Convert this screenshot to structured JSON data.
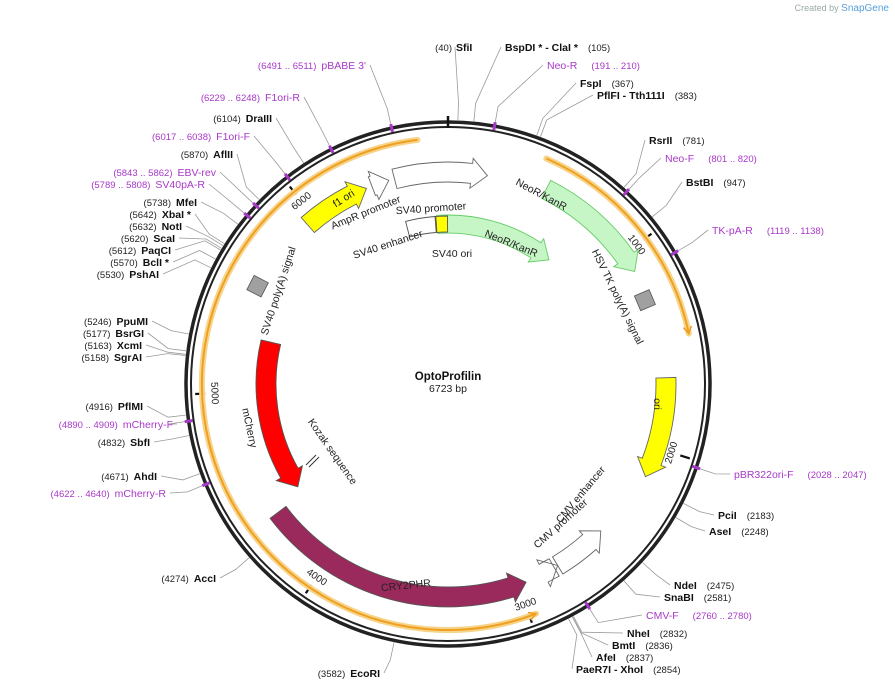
{
  "branding": {
    "created_by": "Created by",
    "app": "SnapGene"
  },
  "plasmid": {
    "name": "OptoProfilin",
    "length_label": "6723 bp",
    "length": 6723
  },
  "ticks": [
    {
      "bp": 1000,
      "label": "1000"
    },
    {
      "bp": 2000,
      "label": "2000"
    },
    {
      "bp": 3000,
      "label": "3000"
    },
    {
      "bp": 4000,
      "label": "4000"
    },
    {
      "bp": 5000,
      "label": "5000"
    },
    {
      "bp": 6000,
      "label": "6000"
    }
  ],
  "sites": [
    {
      "bp": 40,
      "name": "SfiI",
      "pos": "(40)",
      "kind": "enzyme"
    },
    {
      "bp": 105,
      "name": "BspDI * - ClaI *",
      "pos": "(105)",
      "kind": "enzyme"
    },
    {
      "bp": 191,
      "name": "Neo-R",
      "pos": "(191 .. 210)",
      "kind": "primer"
    },
    {
      "bp": 367,
      "name": "FspI",
      "pos": "(367)",
      "kind": "enzyme"
    },
    {
      "bp": 383,
      "name": "PflFI - Tth111I",
      "pos": "(383)",
      "kind": "enzyme"
    },
    {
      "bp": 781,
      "name": "RsrII",
      "pos": "(781)",
      "kind": "enzyme"
    },
    {
      "bp": 801,
      "name": "Neo-F",
      "pos": "(801 .. 820)",
      "kind": "primer"
    },
    {
      "bp": 947,
      "name": "BstBI",
      "pos": "(947)",
      "kind": "enzyme"
    },
    {
      "bp": 1119,
      "name": "TK-pA-R",
      "pos": "(1119 .. 1138)",
      "kind": "primer"
    },
    {
      "bp": 2028,
      "name": "pBR322ori-F",
      "pos": "(2028 .. 2047)",
      "kind": "primer"
    },
    {
      "bp": 2183,
      "name": "PciI",
      "pos": "(2183)",
      "kind": "enzyme"
    },
    {
      "bp": 2248,
      "name": "AseI",
      "pos": "(2248)",
      "kind": "enzyme"
    },
    {
      "bp": 2475,
      "name": "NdeI",
      "pos": "(2475)",
      "kind": "enzyme"
    },
    {
      "bp": 2581,
      "name": "SnaBI",
      "pos": "(2581)",
      "kind": "enzyme"
    },
    {
      "bp": 2760,
      "name": "CMV-F",
      "pos": "(2760 .. 2780)",
      "kind": "primer"
    },
    {
      "bp": 2832,
      "name": "NheI",
      "pos": "(2832)",
      "kind": "enzyme"
    },
    {
      "bp": 2836,
      "name": "BmtI",
      "pos": "(2836)",
      "kind": "enzyme"
    },
    {
      "bp": 2837,
      "name": "AfeI",
      "pos": "(2837)",
      "kind": "enzyme"
    },
    {
      "bp": 2854,
      "name": "PaeR7I - XhoI",
      "pos": "(2854)",
      "kind": "enzyme"
    },
    {
      "bp": 3582,
      "name": "EcoRI",
      "pos": "(3582)",
      "kind": "enzyme"
    },
    {
      "bp": 4274,
      "name": "AccI",
      "pos": "(4274)",
      "kind": "enzyme"
    },
    {
      "bp": 4622,
      "name": "mCherry-R",
      "pos": "(4622 .. 4640)",
      "kind": "primer"
    },
    {
      "bp": 4671,
      "name": "AhdI",
      "pos": "(4671)",
      "kind": "enzyme"
    },
    {
      "bp": 4832,
      "name": "SbfI",
      "pos": "(4832)",
      "kind": "enzyme"
    },
    {
      "bp": 4890,
      "name": "mCherry-F",
      "pos": "(4890 .. 4909)",
      "kind": "primer"
    },
    {
      "bp": 4916,
      "name": "PflMI",
      "pos": "(4916)",
      "kind": "enzyme"
    },
    {
      "bp": 5158,
      "name": "SgrAI",
      "pos": "(5158)",
      "kind": "enzyme"
    },
    {
      "bp": 5163,
      "name": "XcmI",
      "pos": "(5163)",
      "kind": "enzyme"
    },
    {
      "bp": 5177,
      "name": "BsrGI",
      "pos": "(5177)",
      "kind": "enzyme"
    },
    {
      "bp": 5246,
      "name": "PpuMI",
      "pos": "(5246)",
      "kind": "enzyme"
    },
    {
      "bp": 5530,
      "name": "PshAI",
      "pos": "(5530)",
      "kind": "enzyme"
    },
    {
      "bp": 5570,
      "name": "BclI *",
      "pos": "(5570)",
      "kind": "enzyme"
    },
    {
      "bp": 5612,
      "name": "PaqCI",
      "pos": "(5612)",
      "kind": "enzyme"
    },
    {
      "bp": 5620,
      "name": "ScaI",
      "pos": "(5620)",
      "kind": "enzyme"
    },
    {
      "bp": 5632,
      "name": "NotI",
      "pos": "(5632)",
      "kind": "enzyme"
    },
    {
      "bp": 5642,
      "name": "XbaI *",
      "pos": "(5642)",
      "kind": "enzyme"
    },
    {
      "bp": 5738,
      "name": "MfeI",
      "pos": "(5738)",
      "kind": "enzyme"
    },
    {
      "bp": 5789,
      "name": "SV40pA-R",
      "pos": "(5789 .. 5808)",
      "kind": "primer"
    },
    {
      "bp": 5843,
      "name": "EBV-rev",
      "pos": "(5843 .. 5862)",
      "kind": "primer"
    },
    {
      "bp": 5870,
      "name": "AflII",
      "pos": "(5870)",
      "kind": "enzyme"
    },
    {
      "bp": 6017,
      "name": "F1ori-F",
      "pos": "(6017 .. 6038)",
      "kind": "primer"
    },
    {
      "bp": 6104,
      "name": "DraIII",
      "pos": "(6104)",
      "kind": "enzyme"
    },
    {
      "bp": 6229,
      "name": "F1ori-R",
      "pos": "(6229 .. 6248)",
      "kind": "primer"
    },
    {
      "bp": 6491,
      "name": "pBABE 3'",
      "pos": "(6491 .. 6511)",
      "kind": "primer"
    }
  ],
  "features": {
    "neo_orf": "NeoR/KanR",
    "neo_inner": "NeoR/KanR",
    "sv40_promoter": "SV40 promoter",
    "sv40_enhancer": "SV40 enhancer",
    "sv40_ori": "SV40 ori",
    "ampr_promoter": "AmpR promoter",
    "f1_ori": "f1 ori",
    "sv40_polya": "SV40 poly(A) signal",
    "hsv_tk_polya": "HSV TK poly(A) signal",
    "ori": "ori",
    "cmv_enhancer": "CMV enhancer",
    "cmv_promoter": "CMV promoter",
    "cry2phr": "CRY2PHR",
    "mcherry": "mCherry",
    "kozak": "Kozak sequence"
  },
  "colors": {
    "neo": "#c6f5c6",
    "yellow": "#ffff00",
    "red": "#ff0000",
    "cry2": "#9a2a5c",
    "orange_orf": "#f0a020",
    "primer": "#a838c8",
    "polya": "#a0a0a0"
  }
}
